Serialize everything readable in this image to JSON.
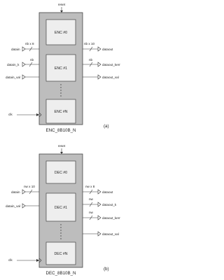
{
  "encoder": {
    "reset_label": "reset",
    "blocks": [
      "ENC #0",
      "ENC #1",
      "ENC #N"
    ],
    "inputs": {
      "datain_bus": "nb x 8",
      "datain": "datain",
      "datain_k_bus": "nb",
      "datain_k": "datain_k",
      "datain_val": "datain_val",
      "clk": "clk"
    },
    "outputs": {
      "dataout_bus": "nb x 10",
      "dataout": "dataout",
      "dataout_kerr_bus": "nb",
      "dataout_kerr": "dataout_kerr",
      "dataout_val": "dataout_val"
    },
    "module_name": "ENC_8B10B_N",
    "caption": "(a)"
  },
  "decoder": {
    "reset_label": "reset",
    "blocks": [
      "DEC #0",
      "DEC #1",
      "DEC #N"
    ],
    "inputs": {
      "datain_bus": "nw x 10",
      "datain": "datain",
      "datain_val": "datain_val",
      "clk": "clk"
    },
    "outputs": {
      "dataout_bus": "nw x 8",
      "dataout": "dataout",
      "dataout_k_bus": "nw",
      "dataout_k": "dataout_k",
      "dataout_kerr_bus": "nw",
      "dataout_kerr": "dataout_kerr",
      "dataout_val": "dataout_val"
    },
    "module_name": "DEC_8B10B_N",
    "caption": "(b)"
  }
}
